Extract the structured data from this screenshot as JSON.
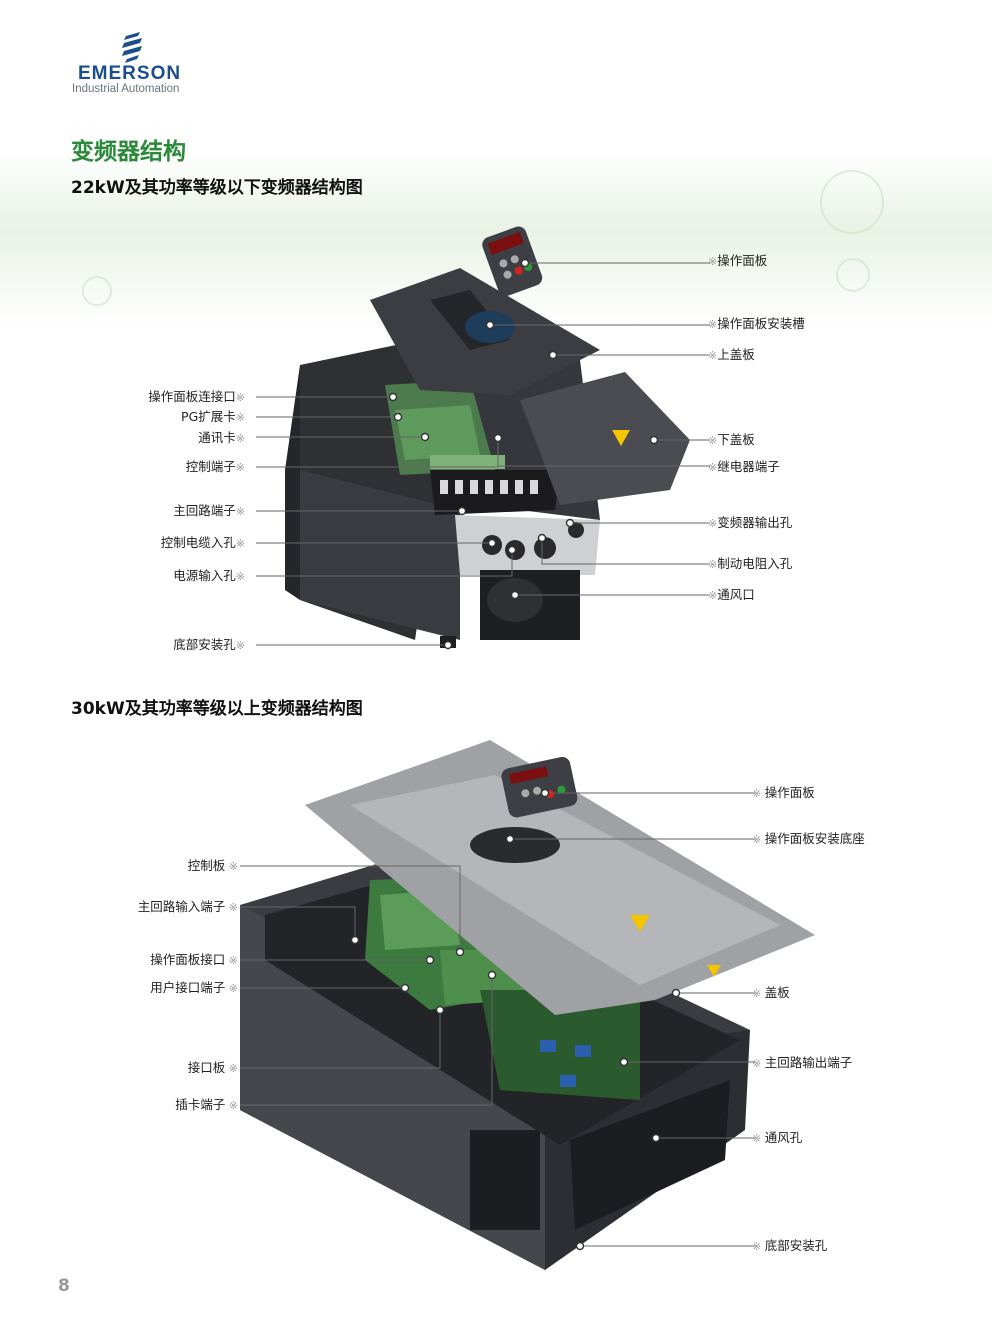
{
  "header": {
    "brand": "EMERSON",
    "brand_sub": "Industrial Automation",
    "page_title": "变频器结构"
  },
  "section1": {
    "title": "22kW及其功率等级以下变频器结构图",
    "labels_left": [
      "操作面板连接口",
      "PG扩展卡",
      "通讯卡",
      "控制端子",
      "主回路端子",
      "控制电缆入孔",
      "电源输入孔",
      "底部安装孔"
    ],
    "labels_right": [
      "操作面板",
      "操作面板安装槽",
      "上盖板",
      "下盖板",
      "继电器端子",
      "变频器输出孔",
      "制动电阻入孔",
      "通风口"
    ]
  },
  "section2": {
    "title": "30kW及其功率等级以上变频器结构图",
    "labels_left": [
      "控制板",
      "主回路输入端子",
      "操作面板接口",
      "用户接口端子",
      "接口板",
      "插卡端子"
    ],
    "labels_right": [
      "操作面板",
      "操作面板安装底座",
      "盖板",
      "主回路输出端子",
      "通风孔",
      "底部安装孔"
    ]
  },
  "footer": {
    "page_number": "8"
  },
  "colors": {
    "title_green": "#2a8a3a",
    "brand_blue": "#1a4e8c",
    "device_dark": "#3b3d42"
  },
  "icons": {
    "brand_mark": "emerson-globe-icon",
    "label_marker": "target-marker-icon"
  }
}
